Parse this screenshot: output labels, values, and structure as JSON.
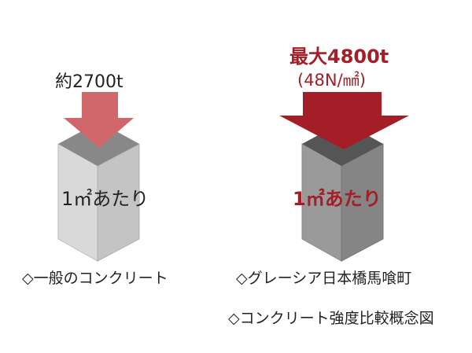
{
  "left": {
    "load_label": "約2700t",
    "per_area_label": "1㎡あたり",
    "caption": "◇一般のコンクリート",
    "colors": {
      "arrow": "#d0676b",
      "top": "#888888",
      "front": "#d9d9d9",
      "side": "#c4c4c4"
    }
  },
  "right": {
    "max_label": "最大4800t",
    "pressure_label": "(48N/㎟)",
    "per_area_label": "1㎡あたり",
    "caption_line1": "◇グレーシア日本橋馬喰町",
    "caption_line2": "◇コンクリート強度比較概念図",
    "colors": {
      "arrow": "#a31e26",
      "top": "#555555",
      "front": "#9a9a9a",
      "side": "#858585",
      "text": "#a31e26"
    }
  }
}
